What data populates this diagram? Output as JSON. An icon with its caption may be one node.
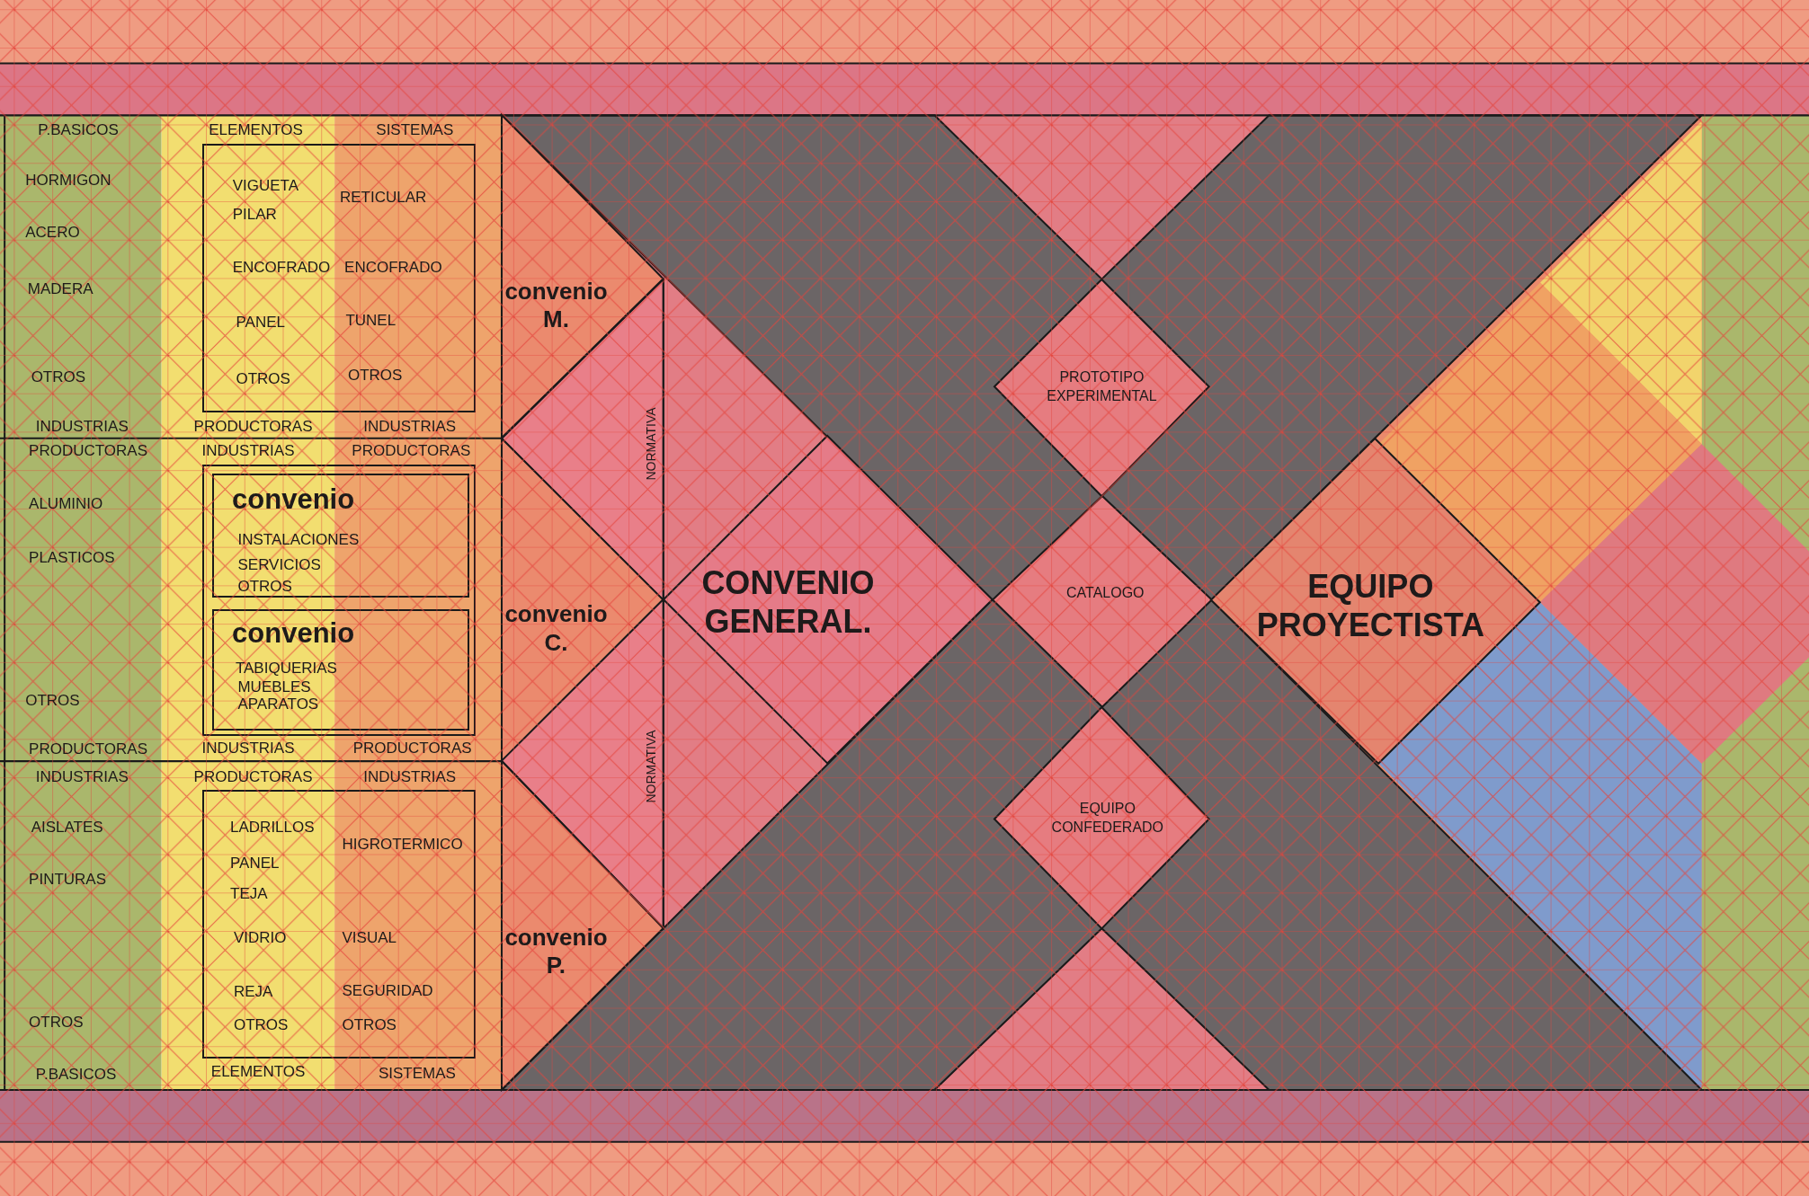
{
  "diagram": {
    "nodes": [
      {
        "text": [
          "VIGUETA",
          "PILAR",
          "RETICULAR",
          "ENCOFRADO",
          "ENCOFRADO",
          "PANEL",
          "TUNEL",
          "OTROS",
          "OTROS"
        ]
      },
      {
        "text": [],
        "shape": "box"
      },
      {
        "text": [
          "convenio",
          "INSTALACIONES",
          "SERVICIOS",
          "OTROS"
        ],
        "in": 1
      },
      {
        "text": [
          "convenio",
          "TABIQUERIAS",
          "MUEBLES",
          "APARATOS"
        ],
        "in": 1
      },
      {
        "text": [
          "LADRILLOS",
          "HIGROTERMICO",
          "PANEL",
          "TEJA",
          "VIDRIO",
          "VISUAL",
          "REJA",
          "SEGURIDAD",
          "OTROS",
          "OTROS"
        ]
      },
      {
        "text": [
          "convenio M."
        ]
      },
      {
        "text": [
          "NORMATIVA"
        ]
      },
      {
        "text": [
          "convenio C."
        ]
      },
      {
        "text": [
          "NORMATIVA"
        ]
      },
      {
        "text": [
          "convenio P."
        ]
      },
      {
        "text": [
          "CONVENIO GENERAL."
        ]
      },
      {
        "text": [
          "PROTOTIPO EXPERIMENTAL"
        ]
      },
      {
        "text": [
          "CATALOGO"
        ]
      },
      {
        "text": [
          "EQUIPO CONFEDERADO"
        ]
      },
      {
        "text": [
          "EQUIPO PROYECTISTA"
        ]
      }
    ],
    "labels": [
      "P.BASICOS",
      "ELEMENTOS",
      "SISTEMAS",
      "HORMIGON",
      "ACERO",
      "MADERA",
      "OTROS",
      "INDUSTRIAS",
      "PRODUCTORAS",
      "INDUSTRIAS",
      "PRODUCTORAS",
      "INDUSTRIAS",
      "PRODUCTORAS",
      "ALUMINIO",
      "PLASTICOS",
      "OTROS",
      "PRODUCTORAS",
      "INDUSTRIAS",
      "PRODUCTORAS",
      "INDUSTRIAS",
      "PRODUCTORAS",
      "INDUSTRIAS",
      "AISLATES",
      "PINTURAS",
      "OTROS",
      "P.BASICOS",
      "ELEMENTOS",
      "SISTEMAS"
    ]
  }
}
